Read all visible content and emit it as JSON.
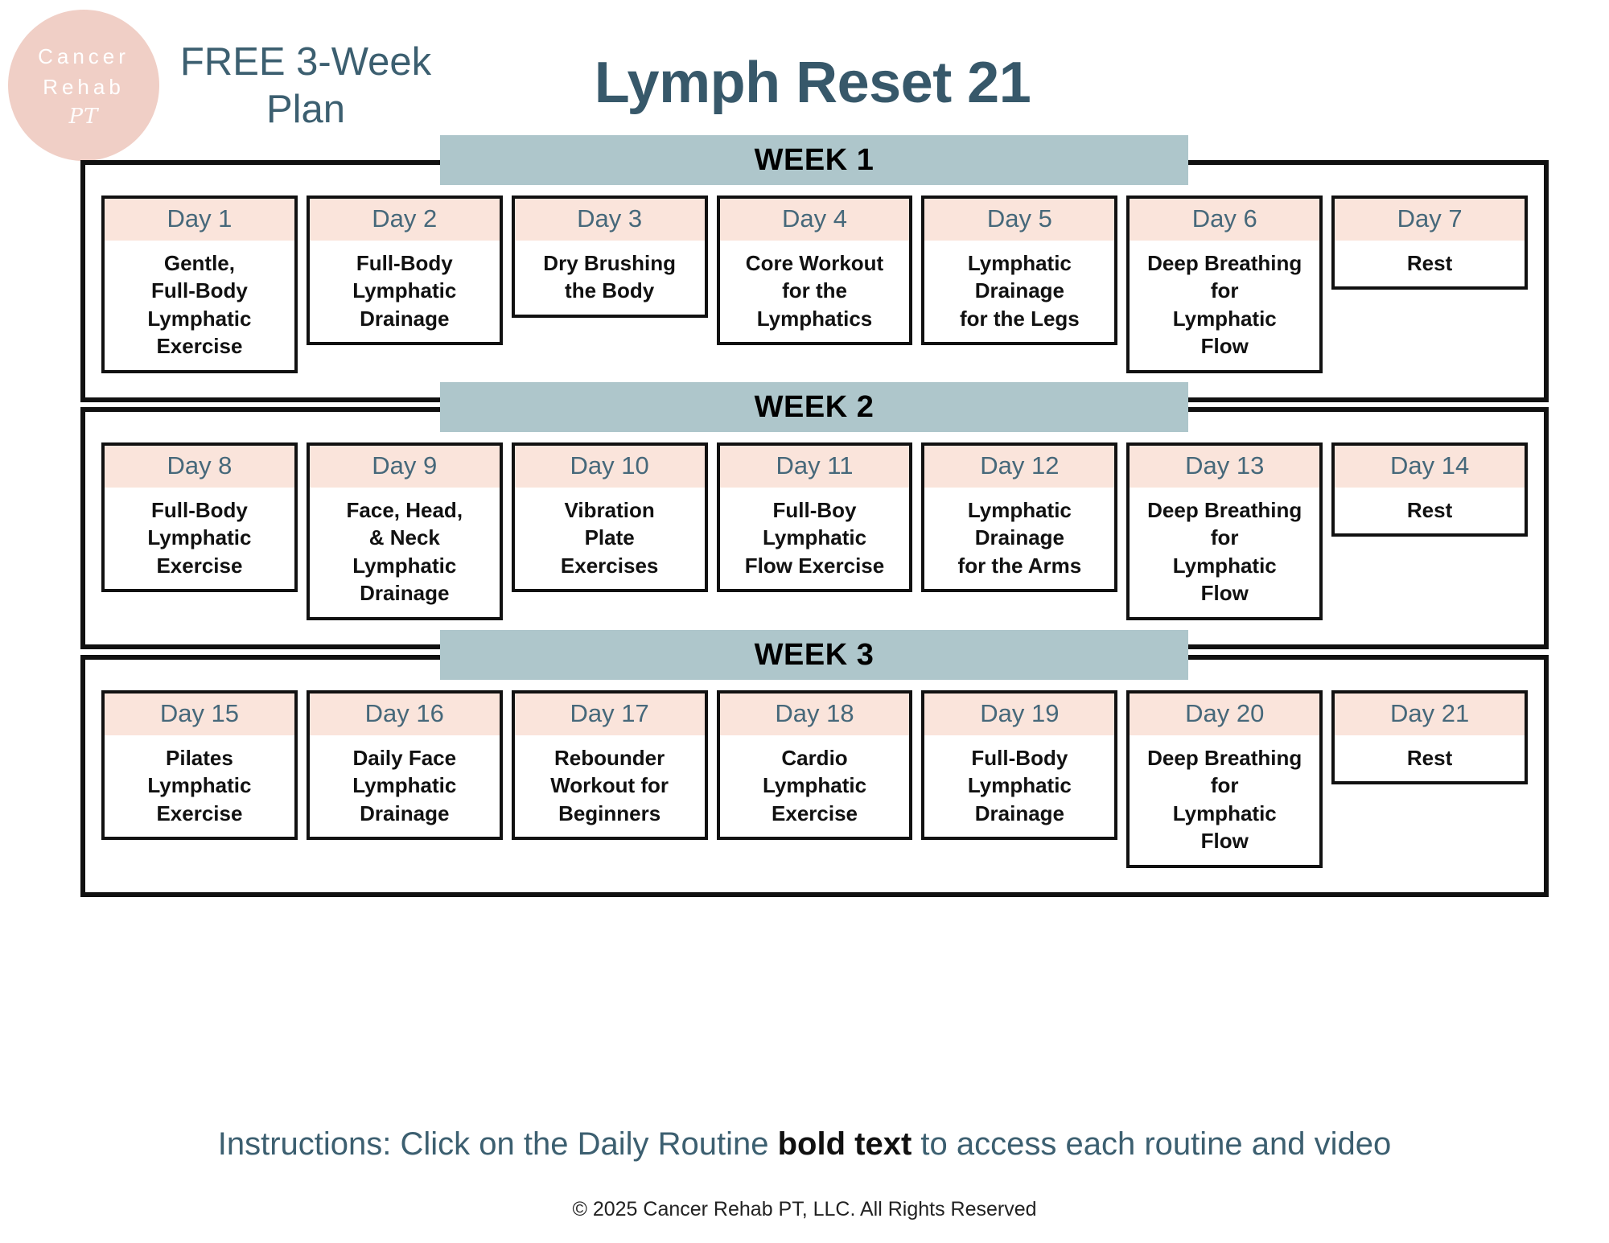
{
  "brand": {
    "logo_line1": "Cancer",
    "logo_line2": "Rehab",
    "logo_mark": "PT",
    "logo_bg_color": "#F0CFC6"
  },
  "header": {
    "free_label": "FREE\n3-Week Plan",
    "title": "Lymph Reset 21",
    "title_color": "#37586A"
  },
  "colors": {
    "week_banner_bg": "#AEC6CB",
    "day_header_bg": "#FAE4DB",
    "day_header_text": "#46687A",
    "border": "#111111",
    "teal_text": "#3C5F70"
  },
  "weeks": [
    {
      "banner": "WEEK 1",
      "days": [
        {
          "day": "Day 1",
          "routine": "Gentle,\nFull-Body\nLymphatic\nExercise"
        },
        {
          "day": "Day 2",
          "routine": "Full-Body\nLymphatic\nDrainage"
        },
        {
          "day": "Day 3",
          "routine": "Dry Brushing\nthe Body"
        },
        {
          "day": "Day 4",
          "routine": "Core Workout\nfor the\nLymphatics"
        },
        {
          "day": "Day 5",
          "routine": "Lymphatic\nDrainage\nfor the Legs"
        },
        {
          "day": "Day 6",
          "routine": "Deep Breathing\nfor\nLymphatic\nFlow"
        },
        {
          "day": "Day 7",
          "routine": "Rest"
        }
      ]
    },
    {
      "banner": "WEEK 2",
      "days": [
        {
          "day": "Day 8",
          "routine": "Full-Body\nLymphatic\nExercise"
        },
        {
          "day": "Day 9",
          "routine": "Face, Head,\n& Neck\nLymphatic\nDrainage"
        },
        {
          "day": "Day 10",
          "routine": "Vibration\nPlate\nExercises"
        },
        {
          "day": "Day 11",
          "routine": "Full-Boy\nLymphatic\nFlow Exercise"
        },
        {
          "day": "Day 12",
          "routine": "Lymphatic\nDrainage\nfor the Arms"
        },
        {
          "day": "Day 13",
          "routine": "Deep Breathing\nfor\nLymphatic\nFlow"
        },
        {
          "day": "Day 14",
          "routine": "Rest"
        }
      ]
    },
    {
      "banner": "WEEK 3",
      "days": [
        {
          "day": "Day 15",
          "routine": "Pilates\nLymphatic\nExercise"
        },
        {
          "day": "Day 16",
          "routine": "Daily Face\nLymphatic\nDrainage"
        },
        {
          "day": "Day 17",
          "routine": "Rebounder\nWorkout for\nBeginners"
        },
        {
          "day": "Day 18",
          "routine": "Cardio\nLymphatic\nExercise"
        },
        {
          "day": "Day 19",
          "routine": "Full-Body\nLymphatic\nDrainage"
        },
        {
          "day": "Day 20",
          "routine": "Deep Breathing\nfor\nLymphatic\nFlow"
        },
        {
          "day": "Day 21",
          "routine": "Rest"
        }
      ]
    }
  ],
  "footer": {
    "instructions_prefix": "Instructions: Click on the Daily Routine ",
    "instructions_bold": "bold text",
    "instructions_suffix": " to access each routine and video",
    "copyright": "© 2025 Cancer Rehab PT, LLC. All Rights Reserved"
  }
}
